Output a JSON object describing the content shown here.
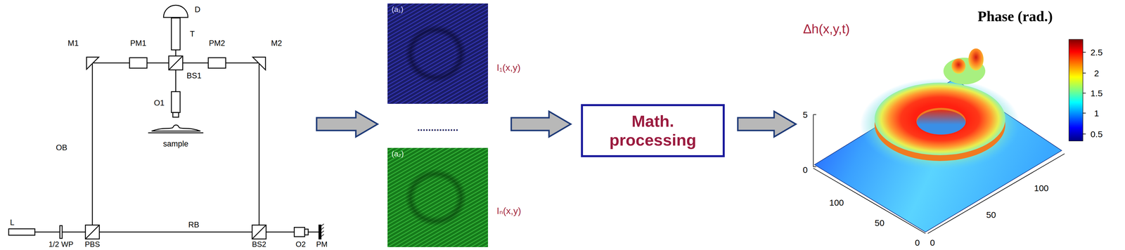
{
  "diagram": {
    "nodes": [
      {
        "text": [
          "(a₁)",
          "I₁(x,y)"
        ]
      },
      {
        "text": [
          "(a₂)",
          "Iₙ(x,y)"
        ]
      },
      {
        "text": [
          "Math. processing"
        ]
      }
    ],
    "labels": [
      "D",
      "T",
      "M1",
      "PM1",
      "BS1",
      "PM2",
      "M2",
      "O1",
      "sample",
      "OB",
      "RB",
      "L",
      "1/2 WP",
      "PBS",
      "BS2",
      "O2",
      "PM",
      "...............",
      "Δh(x,y,t)",
      "Phase (rad.)",
      "2.5",
      "2",
      "1.5",
      "1",
      "0.5",
      "5",
      "0",
      "100",
      "50",
      "0",
      "0",
      "50",
      "100"
    ]
  }
}
